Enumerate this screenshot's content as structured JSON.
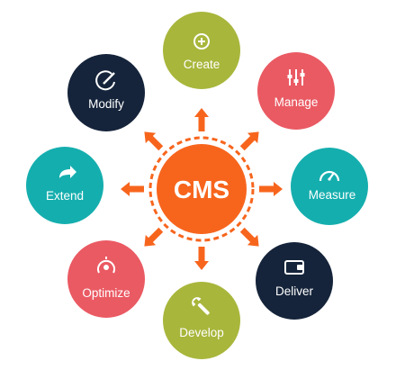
{
  "center": {
    "label": "CMS",
    "color": "#f7651d"
  },
  "arrow_color": "#f7651d",
  "nodes": [
    {
      "key": "create",
      "label": "Create",
      "color": "#a8b63b",
      "icon": "plus-circle-icon"
    },
    {
      "key": "manage",
      "label": "Manage",
      "color": "#ea5a63",
      "icon": "sliders-icon"
    },
    {
      "key": "measure",
      "label": "Measure",
      "color": "#15aeae",
      "icon": "gauge-icon"
    },
    {
      "key": "deliver",
      "label": "Deliver",
      "color": "#15243a",
      "icon": "wallet-icon"
    },
    {
      "key": "develop",
      "label": "Develop",
      "color": "#a8b63b",
      "icon": "wrench-icon"
    },
    {
      "key": "optimize",
      "label": "Optimize",
      "color": "#ea5a63",
      "icon": "target-icon"
    },
    {
      "key": "extend",
      "label": "Extend",
      "color": "#15aeae",
      "icon": "share-arrow-icon"
    },
    {
      "key": "modify",
      "label": "Modify",
      "color": "#15243a",
      "icon": "pencil-circle-icon"
    }
  ]
}
